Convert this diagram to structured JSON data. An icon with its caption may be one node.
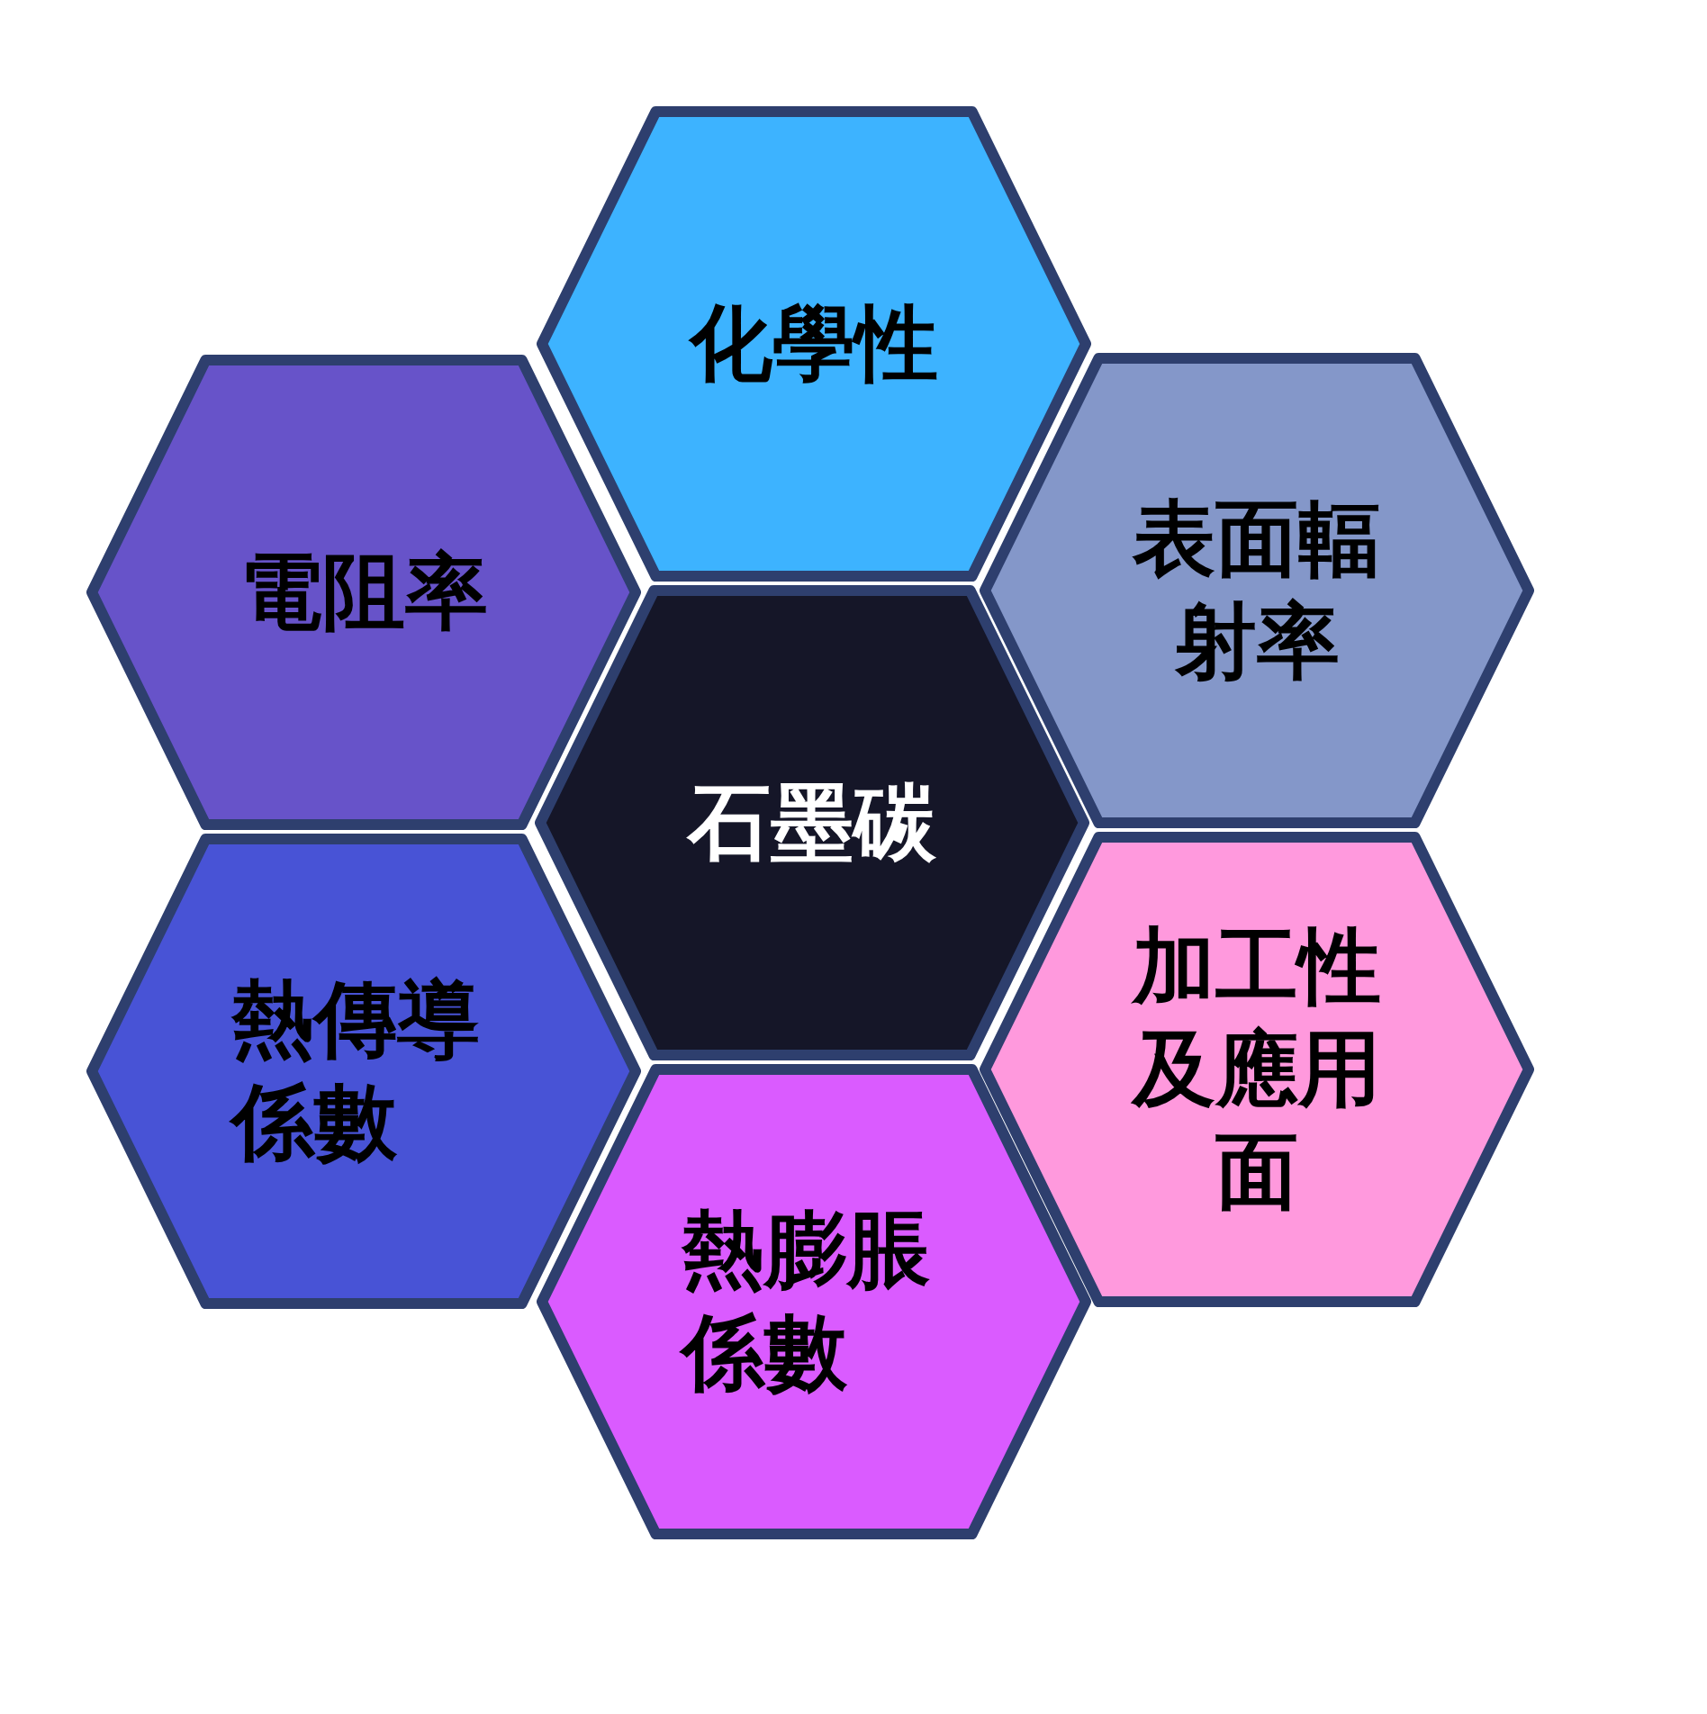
{
  "diagram": {
    "nodes": [
      {
        "text": [
          "化學性"
        ]
      },
      {
        "text": [
          "電阻率"
        ]
      },
      {
        "text": [
          "表面輻射率"
        ]
      },
      {
        "text": [
          "石墨碳"
        ]
      },
      {
        "text": [
          "熱傳導係數"
        ]
      },
      {
        "text": [
          "加工性及應用面"
        ]
      },
      {
        "text": [
          "熱膨脹係數"
        ]
      }
    ]
  }
}
